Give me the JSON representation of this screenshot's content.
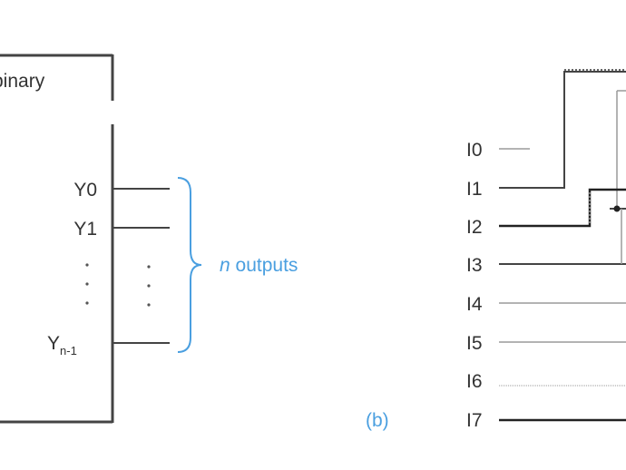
{
  "left_block": {
    "title_fragment": "binary",
    "outputs": [
      {
        "label": "Y0"
      },
      {
        "label": "Y1"
      }
    ],
    "last_output": {
      "label": "Y",
      "subscript": "n-1"
    },
    "brace_label_italic": "n",
    "brace_label_rest": " outputs"
  },
  "figure_b": {
    "caption": "(b)",
    "inputs": [
      "I0",
      "I1",
      "I2",
      "I3",
      "I4",
      "I5",
      "I6",
      "I7"
    ]
  },
  "colors": {
    "accent": "#4a9fe0",
    "text": "#333333",
    "line": "#444444"
  }
}
